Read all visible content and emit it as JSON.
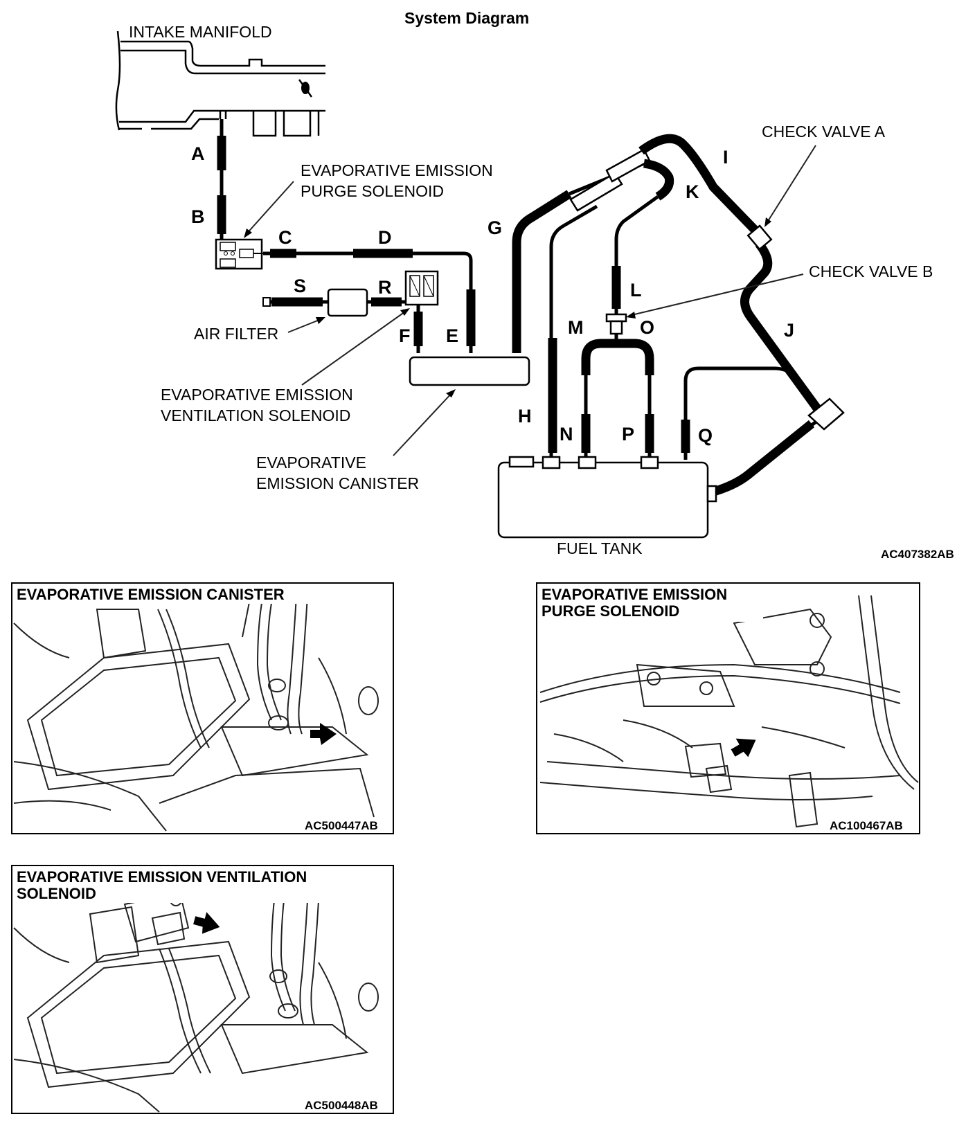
{
  "diagram": {
    "title": "System Diagram",
    "code": "AC407382AB",
    "labels": {
      "intake_manifold": "INTAKE MANIFOLD",
      "purge_solenoid_line1": "EVAPORATIVE EMISSION",
      "purge_solenoid_line2": "PURGE SOLENOID",
      "air_filter": "AIR FILTER",
      "ventilation_solenoid_line1": "EVAPORATIVE EMISSION",
      "ventilation_solenoid_line2": "VENTILATION SOLENOID",
      "canister_line1": "EVAPORATIVE",
      "canister_line2": "EMISSION CANISTER",
      "fuel_tank": "FUEL TANK",
      "check_valve_a": "CHECK VALVE A",
      "check_valve_b": "CHECK VALVE B"
    },
    "hoses": {
      "A": "A",
      "B": "B",
      "C": "C",
      "D": "D",
      "E": "E",
      "F": "F",
      "G": "G",
      "H": "H",
      "I": "I",
      "J": "J",
      "K": "K",
      "L": "L",
      "M": "M",
      "N": "N",
      "O": "O",
      "P": "P",
      "Q": "Q",
      "R": "R",
      "S": "S"
    }
  },
  "panels": [
    {
      "title_line1": "EVAPORATIVE EMISSION CANISTER",
      "title_line2": "",
      "code": "AC500447AB"
    },
    {
      "title_line1": "EVAPORATIVE EMISSION",
      "title_line2": "PURGE SOLENOID",
      "code": "AC100467AB"
    },
    {
      "title_line1": "EVAPORATIVE EMISSION VENTILATION",
      "title_line2": "SOLENOID",
      "code": "AC500448AB"
    }
  ]
}
